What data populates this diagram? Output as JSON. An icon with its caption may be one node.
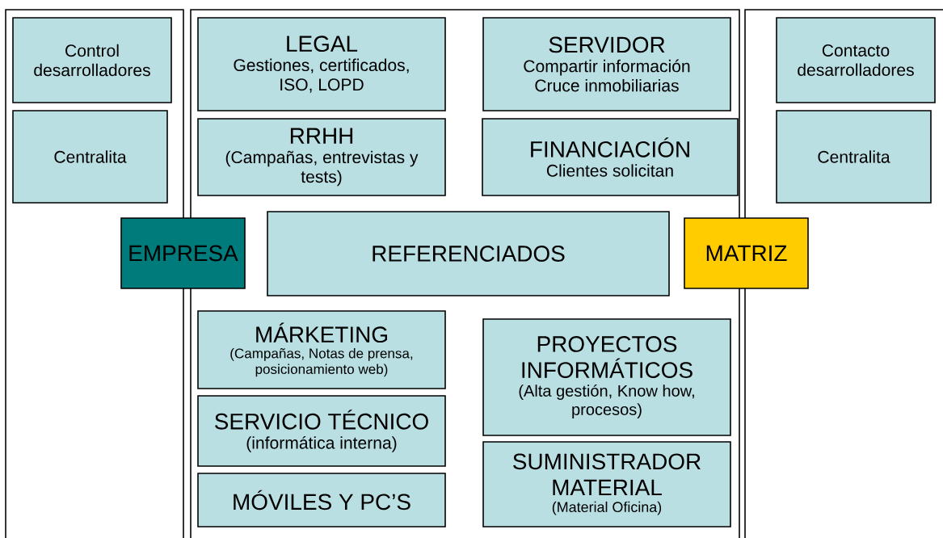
{
  "diagram": {
    "nodes": [
      {
        "text": [],
        "shape": "box"
      },
      {
        "text": [
          "Control desarrolladores"
        ],
        "in": 0
      },
      {
        "text": [
          "Centralita"
        ],
        "in": 0
      },
      {
        "text": [],
        "shape": "box"
      },
      {
        "text": [
          "LEGAL",
          "Gestiones, certificados, ISO, LOPD"
        ],
        "in": 3
      },
      {
        "text": [
          "SERVIDOR",
          "Compartir información Cruce inmobiliarias"
        ],
        "in": 3
      },
      {
        "text": [
          "RRHH",
          "(Campañas, entrevistas y tests)"
        ],
        "in": 3
      },
      {
        "text": [
          "FINANCIACIÓN",
          "Clientes solicitan"
        ],
        "in": 3
      },
      {
        "text": [],
        "shape": "box"
      },
      {
        "text": [
          "Contacto desarrolladores"
        ],
        "in": 8
      },
      {
        "text": [
          "Centralita"
        ],
        "in": 8
      },
      {
        "text": [
          "EMPRESA"
        ]
      },
      {
        "text": [
          "REFERENCIADOS"
        ],
        "in": 3
      },
      {
        "text": [
          "MATRIZ"
        ]
      },
      {
        "text": [
          "MÁRKETING",
          "(Campañas, Notas de prensa, posicionamiento web)"
        ],
        "in": 3
      },
      {
        "text": [
          "PROYECTOS INFORMÁTICOS",
          "(Alta gestión, Know how, procesos)"
        ],
        "in": 3
      },
      {
        "text": [
          "SERVICIO TÉCNICO",
          "(informática interna)"
        ],
        "in": 3
      },
      {
        "text": [
          "SUMINISTRADOR MATERIAL",
          "(Material Oficina)"
        ],
        "in": 3
      },
      {
        "text": [
          "MÓVILES Y PC’S"
        ],
        "in": 3
      }
    ]
  }
}
